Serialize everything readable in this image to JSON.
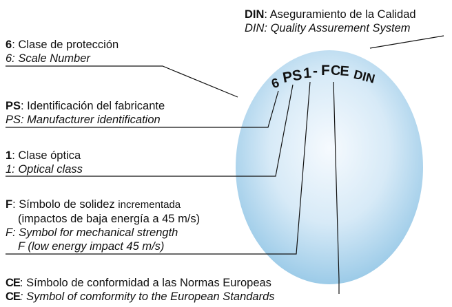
{
  "marking": {
    "g6": "6",
    "gPS": "PS",
    "g1": "1",
    "gDash": "-",
    "gF": "F",
    "gCE": "CE",
    "gDIN": "DIN"
  },
  "labels": {
    "din": {
      "code": "DIN",
      "es": ": Aseguramiento de la Calidad",
      "en": "DIN: Quality Assurement System"
    },
    "scale": {
      "code": "6",
      "es": ": Clase de protección",
      "en": "6: Scale Number"
    },
    "ps": {
      "code": "PS",
      "es": ":  Identificación del fabricante",
      "en": "PS: Manufacturer identification"
    },
    "optical": {
      "code": "1",
      "es": ": Clase óptica",
      "en": "1: Optical class"
    },
    "strength": {
      "code": "F",
      "es1": ": Símbolo de solidez ",
      "es1b": "incrementada",
      "es2": "(impactos de baja energía a 45 m/s)",
      "en1": "F: Symbol for mechanical strength",
      "en2": "F (low energy impact 45 m/s)"
    },
    "ce": {
      "code": "CE",
      "es": ": Símbolo de conformidad a las Normas Europeas",
      "en": ": Symbol of comformity to the European Standards"
    }
  },
  "colors": {
    "lens_center": "#f4f9fd",
    "lens_edge": "#9fcde9",
    "line": "#111111"
  }
}
